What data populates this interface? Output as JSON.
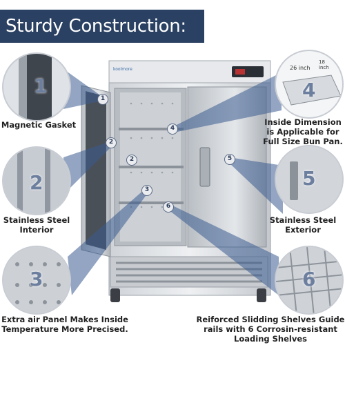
{
  "header": {
    "title": "Sturdy Construction:"
  },
  "product": {
    "brand": "koolmore",
    "bun_pan_width": "26 inch",
    "bun_pan_depth": "18 inch"
  },
  "features": [
    {
      "number": "1",
      "caption": "Magnetic Gasket"
    },
    {
      "number": "2",
      "caption": "Stainless Steel\nInterior"
    },
    {
      "number": "3",
      "caption": "Extra air Panel Makes Inside\nTemperature More Precised."
    },
    {
      "number": "4",
      "caption": "Inside Dimension\nis Applicable for\nFull Size Bun Pan."
    },
    {
      "number": "5",
      "caption": "Stainless Steel\nExterior"
    },
    {
      "number": "6",
      "caption": "Reiforced Slidding Shelves Guide\nrails with 6 Corrosin-resistant\nLoading Shelves"
    }
  ],
  "colors": {
    "banner": "#2b4163",
    "accent": "#3b5b8f"
  }
}
